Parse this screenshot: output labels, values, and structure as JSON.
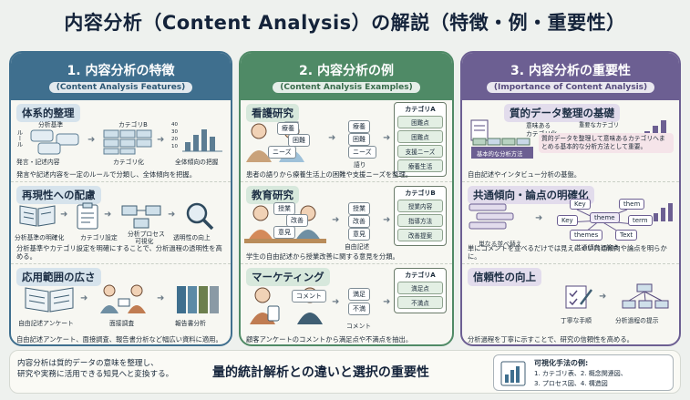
{
  "title": "内容分析（Content Analysis）の解説（特徴・例・重要性）",
  "columns": [
    {
      "heading": "1. 内容分析の特徴",
      "subheading": "(Content Analysis Features)",
      "sections": [
        {
          "title": "体系的整理",
          "labels": [
            "分析基準",
            "カテゴリB",
            "ルール",
            "発言・記述内容",
            "カテゴリ化",
            "全体傾向の把握"
          ],
          "axis": [
            "40",
            "30",
            "20",
            "10"
          ],
          "caption": "発言や記述内容を一定のルールで分類し、全体傾向を把握。"
        },
        {
          "title": "再現性への配慮",
          "labels": [
            "分析基準の明確化",
            "カテゴリ設定",
            "分析プロセス",
            "可視化",
            "透明性の向上"
          ],
          "caption": "分析基準やカテゴリ設定を明確にすることで、分析過程の透明性を高める。"
        },
        {
          "title": "応用範囲の広さ",
          "labels": [
            "自由記述アンケート",
            "面接調査",
            "報告書分析"
          ],
          "caption": "自由記述アンケート、面接調査、報告書分析など幅広い資料に適用。"
        }
      ]
    },
    {
      "heading": "2. 内容分析の例",
      "subheading": "(Content Analysis Examples)",
      "sections": [
        {
          "title": "看護研究",
          "tags": [
            "療養",
            "困難",
            "ニーズ",
            "療養",
            "困難",
            "ニーズ"
          ],
          "speech": "語り",
          "category": {
            "head": "カテゴリA",
            "items": [
              "困難点",
              "困難点",
              "支援ニーズ",
              "療養生活"
            ]
          },
          "caption": "患者の語りから療養生活上の困難や支援ニーズを整理。"
        },
        {
          "title": "教育研究",
          "tags": [
            "授業",
            "改善",
            "意見",
            "授業",
            "改善",
            "意見"
          ],
          "speech": "自由記述",
          "category": {
            "head": "カテゴリB",
            "items": [
              "授業内容",
              "指導方法",
              "改善提案"
            ]
          },
          "caption": "学生の自由記述から授業改善に関する意見を分類。"
        },
        {
          "title": "マーケティング",
          "tags": [
            "コメント",
            "満足",
            "不満"
          ],
          "speech": "コメント",
          "category": {
            "head": "カテゴリA",
            "items": [
              "満足点",
              "不満点"
            ]
          },
          "caption": "顧客アンケートのコメントから満足点や不満点を抽出。"
        }
      ]
    },
    {
      "heading": "3. 内容分析の重要性",
      "subheading": "(Importance of Content Analysis)",
      "sections": [
        {
          "title": "質的データ整理の基礎",
          "labels": [
            "意味ある",
            "カテゴリ化",
            "基本的な分析方法",
            "重要なカテゴリ"
          ],
          "highlight": "質的データを整理して意味あるカテゴリへまとめる基本的な分析方法として重要。",
          "caption": "自由記述やインタビュー分析の基盤。"
        },
        {
          "title": "共通傾向・論点の明確化",
          "labels": [
            "単なる並べ替え",
            "共通傾向と論点"
          ],
          "nodes": [
            "Key",
            "them",
            "Key",
            "theme",
            "term",
            "themes",
            "Text"
          ],
          "caption": "単にコメントを並べるだけでは見えにくい共通傾向や論点を明らかに。"
        },
        {
          "title": "信頼性の向上",
          "labels": [
            "丁寧な手順",
            "分析過程の提示"
          ],
          "caption": "分析過程を丁寧に示すことで、研究の信頼性を高める。"
        }
      ]
    }
  ],
  "bottom": {
    "left_text_1": "内容分析は質的データの意味を整理し、",
    "left_text_2": "研究や実務に活用できる知見へと変換する。",
    "center_text": "量的統計解析との違いと選択の重要性",
    "viz_title": "可視化手法の例:",
    "viz_item_1": "1. カテゴリ表、2. 概念関連図、",
    "viz_item_2": "3. プロセス図、4. 構造図"
  },
  "colors": {
    "col1": "#3f6f8e",
    "col2": "#4f8a66",
    "col3": "#6c5f92"
  }
}
